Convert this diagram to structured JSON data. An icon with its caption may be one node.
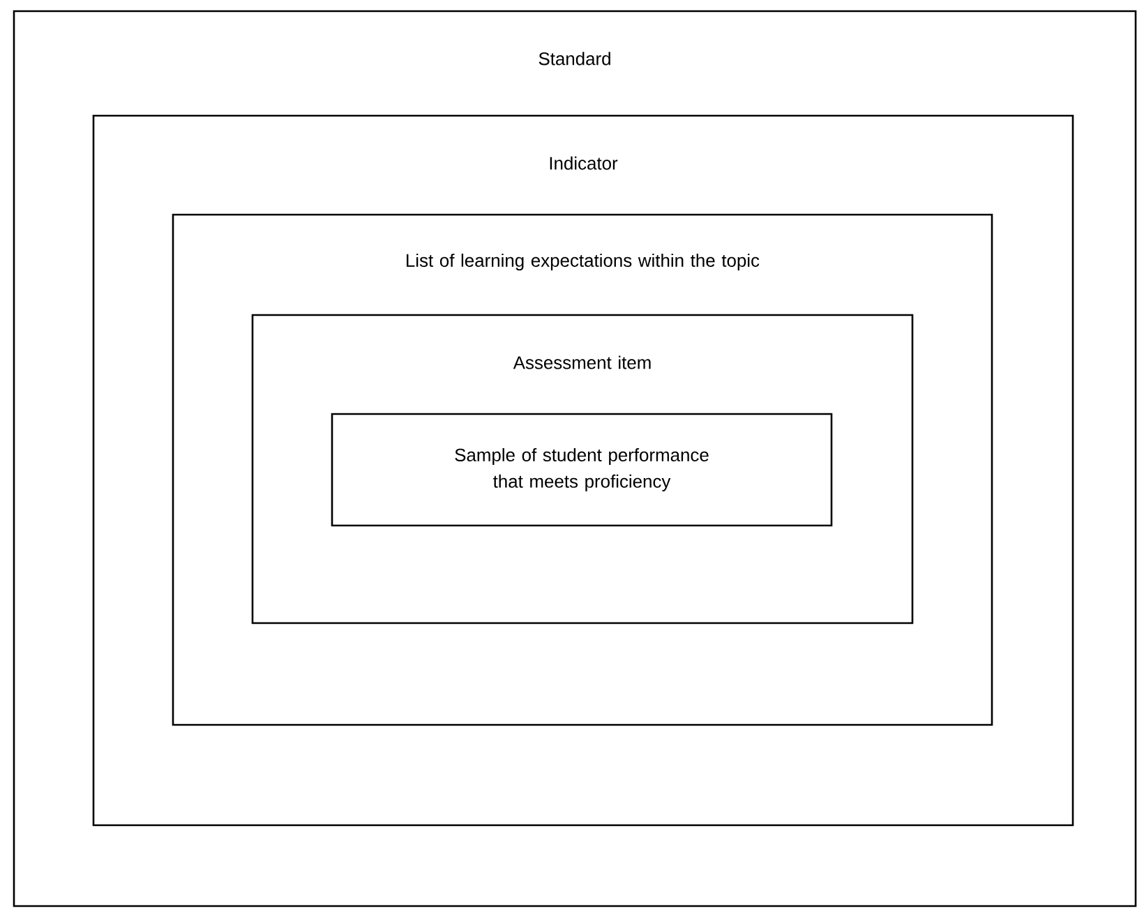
{
  "diagram": {
    "nodes": [
      {
        "text": [
          "Standard"
        ]
      },
      {
        "text": [
          "Indicator"
        ],
        "in": 0
      },
      {
        "text": [
          "List of learning expectations within the topic"
        ],
        "in": 1
      },
      {
        "text": [
          "Assessment item"
        ],
        "in": 2
      },
      {
        "text": [
          "Sample of student performance that meets proficiency"
        ],
        "in": 3
      }
    ]
  }
}
